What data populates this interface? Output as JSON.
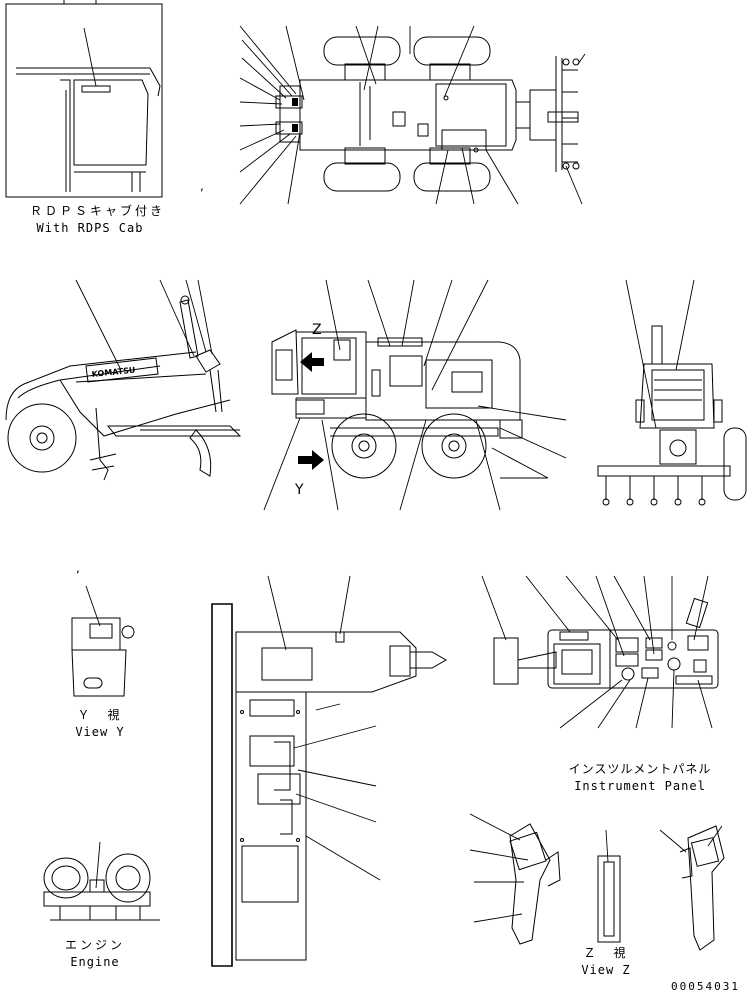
{
  "views": {
    "rops_cab": {
      "label_ja": "ＲＤＰＳキャブ付き",
      "label_en": "With RDPS Cab"
    },
    "view_y": {
      "label_ja": "Ｙ　視",
      "label_en": "View Y"
    },
    "engine": {
      "label_ja": "エンジン",
      "label_en": "Engine"
    },
    "instrument_panel": {
      "label_ja": "インスツルメントパネル",
      "label_en": "Instrument Panel"
    },
    "view_z": {
      "label_ja": "Ｚ　視",
      "label_en": "View Z"
    }
  },
  "markers": {
    "z": "Z",
    "y": "Y"
  },
  "machine": {
    "brand_text": "KOMATSU"
  },
  "stray_marks": {
    "top": ",",
    "middle": ","
  },
  "document_number": "00054031"
}
